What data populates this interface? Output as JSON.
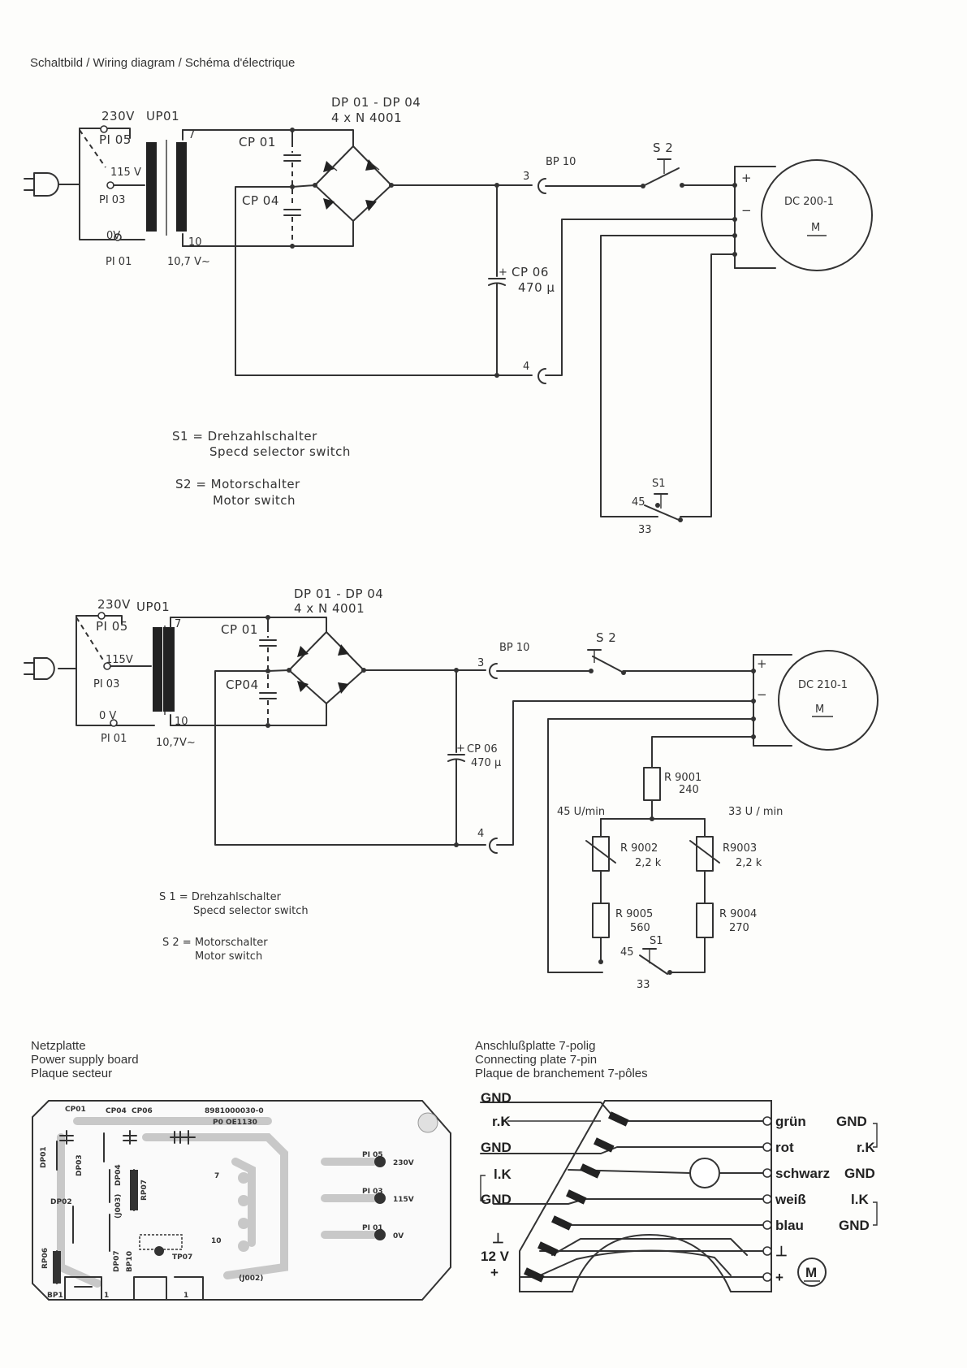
{
  "title": "Schaltbild / Wiring diagram / Schéma d'électrique",
  "circuit1": {
    "v230": "230V",
    "up": "UP01",
    "pi05": "PI 05",
    "v115": "115 V",
    "pi03": "PI 03",
    "v0": "0V",
    "pi01": "PI 01",
    "t7": "7",
    "t10": "10",
    "v107": "10,7 V~",
    "cp01": "CP 01",
    "cp04": "CP 04",
    "dp_range": "DP 01 - DP 04",
    "dp_type": "4 x N 4001",
    "bp10": "BP 10",
    "pin3": "3",
    "pin4": "4",
    "cp06": "CP 06",
    "cp06_val": "470 µ",
    "cp06_plus": "+",
    "s2": "S 2",
    "motor": "DC 200-1",
    "motor_m": "M",
    "plus": "+",
    "minus": "−",
    "s1": "S1",
    "s1_45": "45",
    "s1_33": "33",
    "legend_s1_de": "S1 =  Drehzahlschalter",
    "legend_s1_en": "Specd  selector  switch",
    "legend_s2_de": "S2 =  Motorschalter",
    "legend_s2_en": "Motor  switch"
  },
  "circuit2": {
    "v230": "230V",
    "up": "UP01",
    "pi05": "PI 05",
    "v115": "115V",
    "pi03": "PI 03",
    "v0": "0 V",
    "pi01": "PI 01",
    "t7": "7",
    "t10": "10",
    "v107": "10,7V~",
    "cp01": "CP 01",
    "cp04": "CP04",
    "dp_range": "DP 01 - DP 04",
    "dp_type": "4 x N  4001",
    "bp10": "BP 10",
    "pin3": "3",
    "pin4": "4",
    "cp06": "CP 06",
    "cp06_val": "470 µ",
    "cp06_plus": "+",
    "s2": "S 2",
    "motor": "DC 210-1",
    "motor_m": "M",
    "plus": "+",
    "minus": "−",
    "r9001": "R 9001",
    "r9001_val": "240",
    "speed45": "45 U/min",
    "speed33": "33 U / min",
    "r9002": "R 9002",
    "r9002_val": "2,2 k",
    "r9003": "R9003",
    "r9003_val": "2,2 k",
    "r9005": "R 9005",
    "r9005_val": "560",
    "r9004": "R 9004",
    "r9004_val": "270",
    "s1": "S1",
    "s1_45": "45",
    "s1_33": "33",
    "legend_s1_de": "S 1 =  Drehzahlschalter",
    "legend_s1_en": "Specd  selector  switch",
    "legend_s2_de": "S 2 =  Motorschalter",
    "legend_s2_en": "Motor  switch"
  },
  "board": {
    "title_de": "Netzplatte",
    "title_en": "Power supply board",
    "title_fr": "Plaque secteur",
    "cp01": "CP01",
    "cp04": "CP04",
    "cp06": "CP06",
    "dp01": "DP01",
    "dp02": "DP02",
    "dp03": "DP03",
    "dp04": "DP04",
    "dp07": "DP07",
    "rp06": "RP06",
    "rp07": "RP07",
    "j003": "(J003)",
    "j002": "(J002)",
    "bp10": "BP10",
    "bp1": "BP1",
    "tp07": "TP07",
    "n7": "7",
    "n10": "10",
    "n1a": "1",
    "n1b": "1",
    "partno": "8981000030-0",
    "partno2": "P0 OE1130",
    "pi05": "PI 05",
    "pi03": "PI 03",
    "pi01": "PI 01",
    "v230": "230V",
    "v115": "115V",
    "v0": "0V"
  },
  "plate": {
    "title_de": "Anschlußplatte 7-polig",
    "title_en": "Connecting plate 7-pin",
    "title_fr": "Plaque de branchement 7-pôles",
    "left_gnd1": "GND",
    "left_rk": "r.K",
    "left_gnd2": "GND",
    "left_lk": "l.K",
    "left_gnd3": "GND",
    "left_12v": "12 V",
    "left_plus": "+",
    "left_ground": "⊥",
    "wire_gruen": "grün",
    "wire_rot": "rot",
    "wire_schwarz": "schwarz",
    "wire_weiss": "weiß",
    "wire_blau": "blau",
    "wire_ground": "⊥",
    "wire_plus": "+",
    "right_gnd1": "GND",
    "right_rk": "r.K",
    "right_gnd2": "GND",
    "right_lk": "l.K",
    "right_gnd3": "GND",
    "motor_m": "M"
  }
}
